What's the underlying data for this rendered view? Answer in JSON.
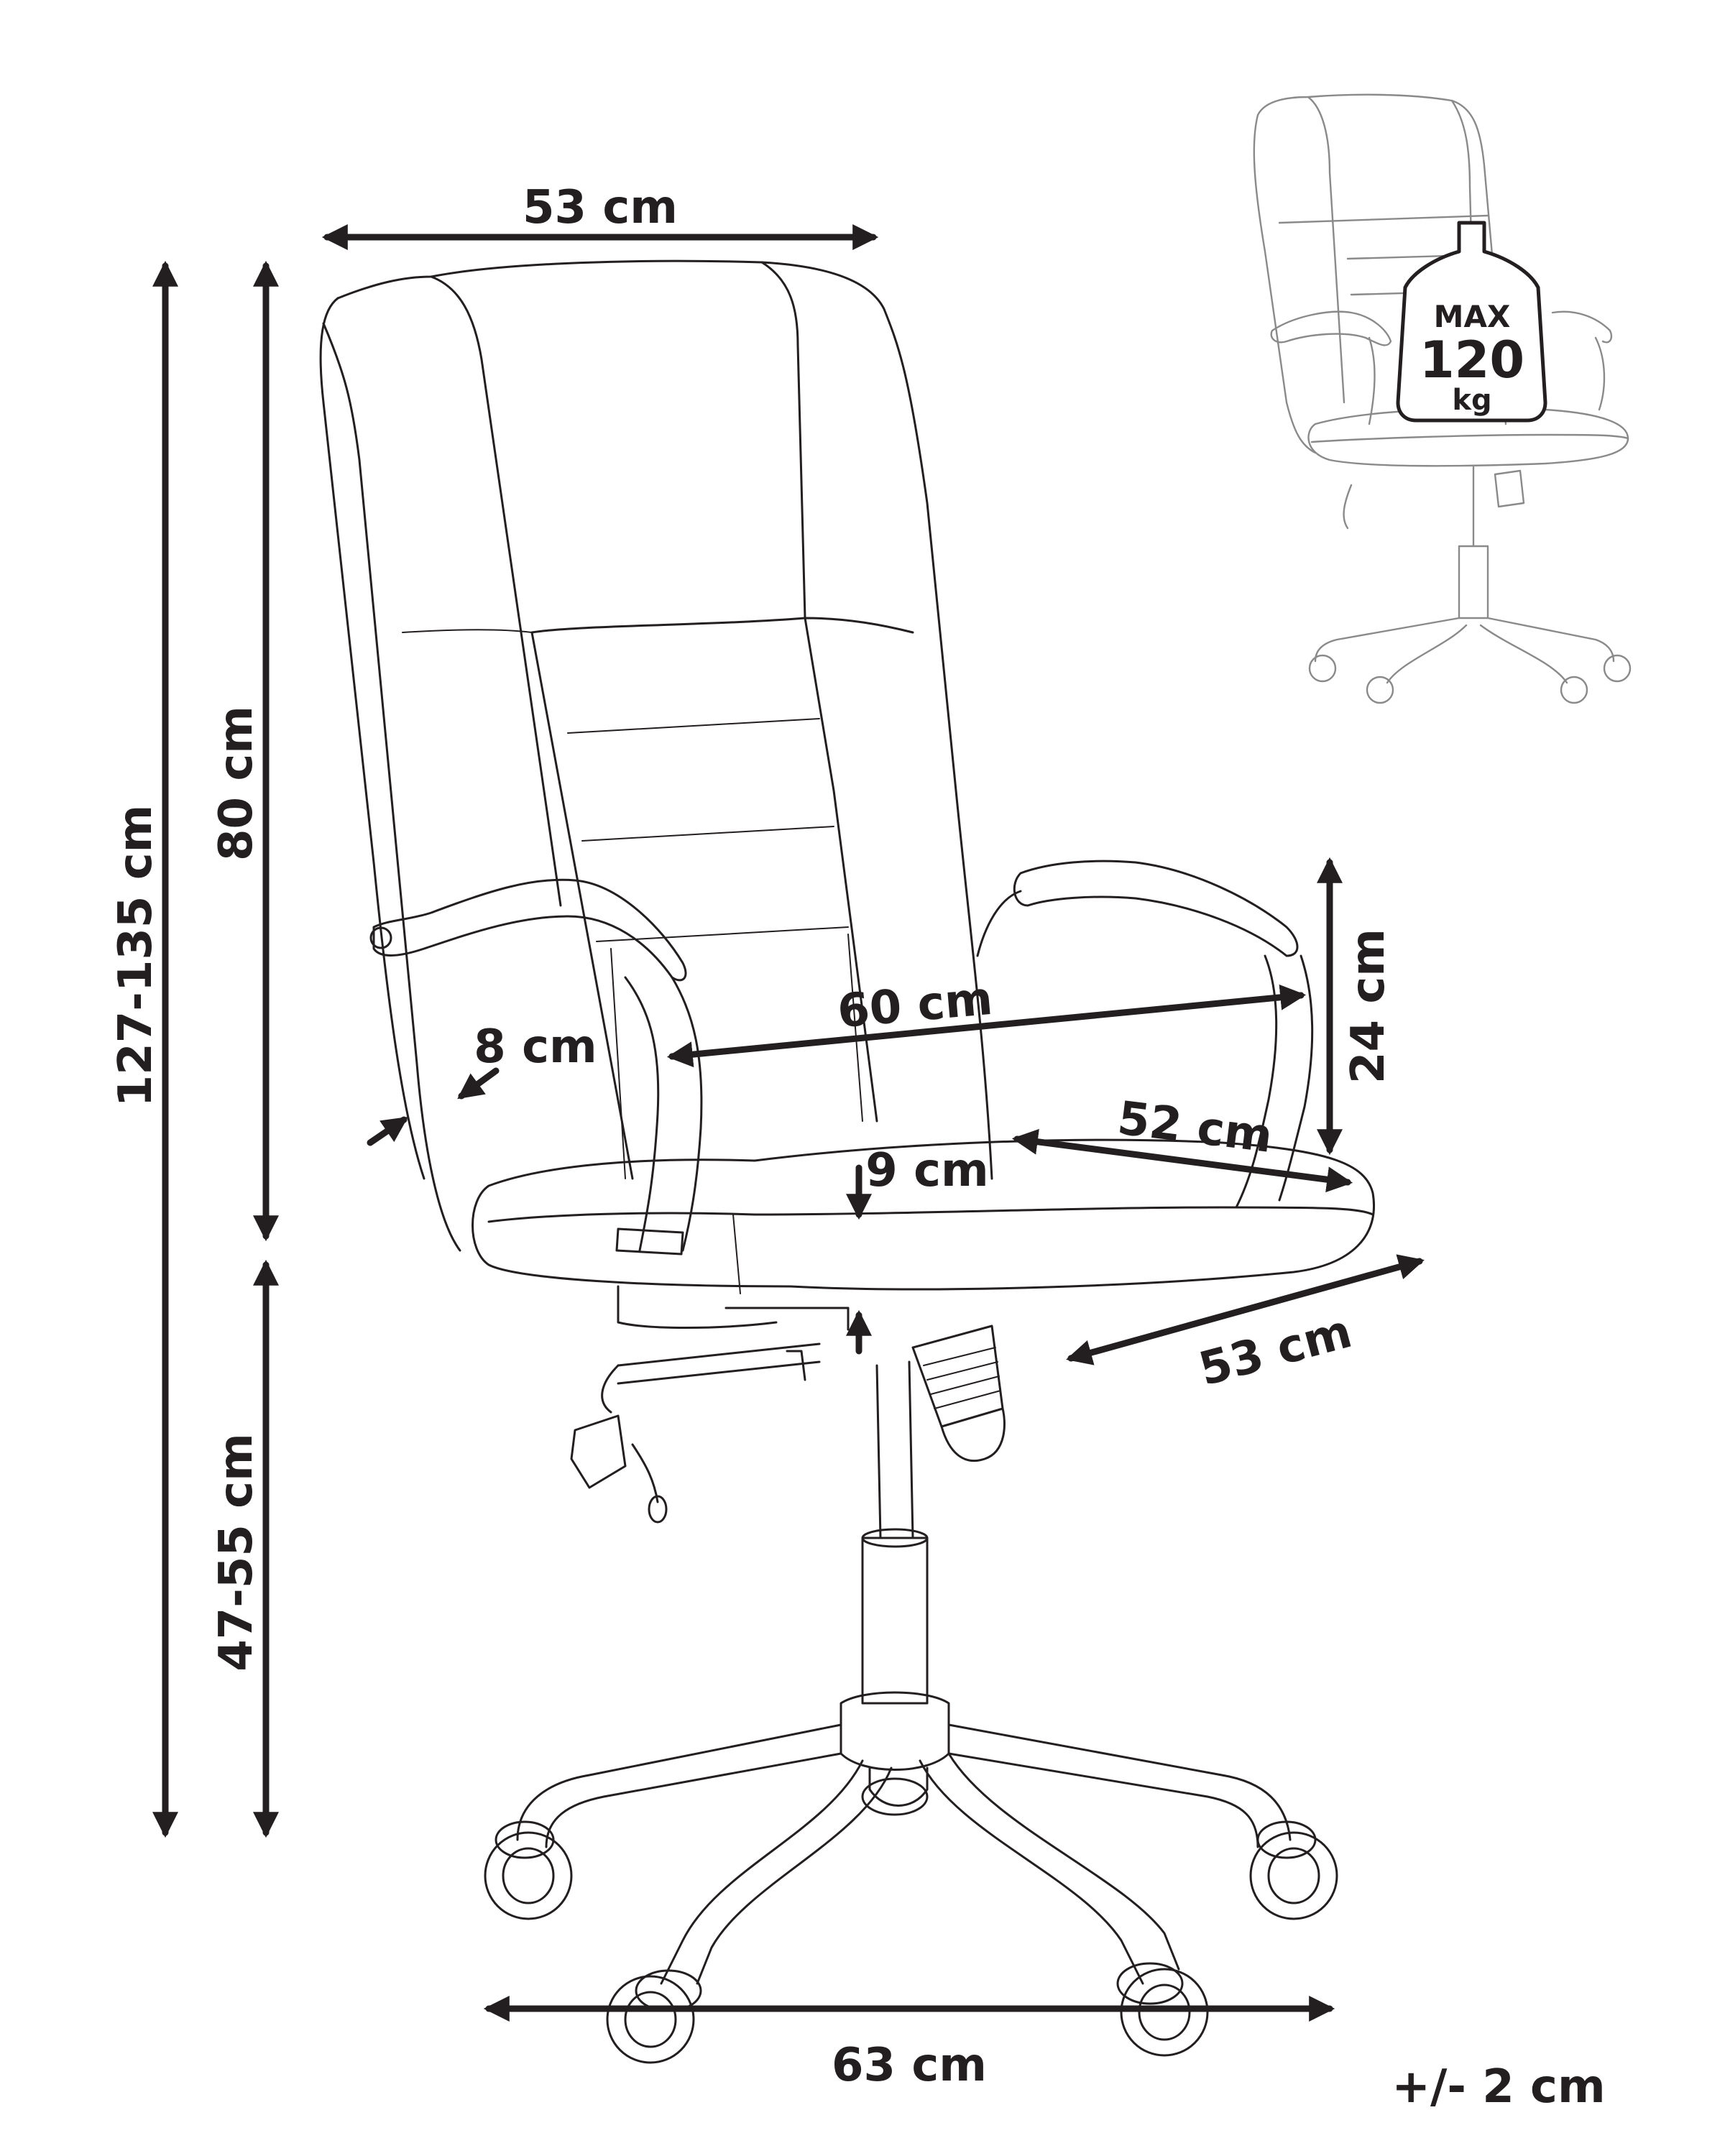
{
  "diagram": {
    "dimensions": {
      "width_top": "53 cm",
      "total_height": "127-135 cm",
      "backrest_height": "80 cm",
      "seat_height": "47-55 cm",
      "armrest_height": "24 cm",
      "armrest_spread": "60 cm",
      "seat_depth": "52 cm",
      "seat_width": "53 cm",
      "back_thickness": "8 cm",
      "seat_thickness": "9 cm",
      "base_width": "63 cm",
      "tolerance": "+/- 2 cm"
    },
    "max_load_badge": {
      "label_top": "MAX",
      "value": "120",
      "unit": "kg"
    },
    "colors": {
      "ink": "#231f20",
      "thumbnail": "#8a8a8a"
    }
  }
}
